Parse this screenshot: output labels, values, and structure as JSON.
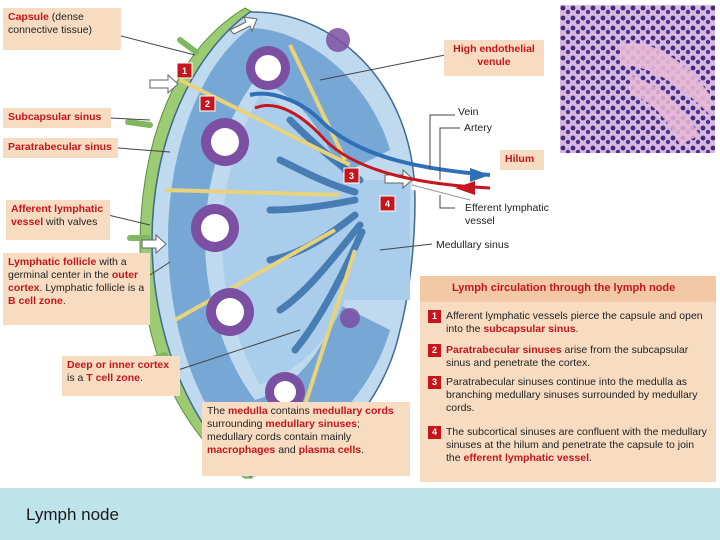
{
  "labels": {
    "capsule_a": "Capsule",
    "capsule_b": " (dense connective tissue)",
    "hev": "High endothelial venule",
    "subcapsular_sinus": "Subcapsular sinus",
    "paratrabecular_sinus": "Paratrabecular sinus",
    "vein": "Vein",
    "artery": "Artery",
    "hilum": "Hilum",
    "afferent_a": "Afferent lymphatic",
    "afferent_b": "vessel",
    "afferent_c": " with valves",
    "efferent": "Efferent lymphatic vessel",
    "medullary_sinus": "Medullary sinus",
    "follicle_a": "Lymphatic follicle",
    "follicle_b": " with a germinal center in the ",
    "follicle_c": "outer cortex",
    "follicle_d": ". Lymphatic follicle is a ",
    "follicle_e": "B cell zone",
    "follicle_f": ".",
    "deep_a": "Deep or inner cortex",
    "deep_b": " is a ",
    "deep_c": "T cell zone",
    "deep_d": ".",
    "medulla_a": "The ",
    "medulla_b": "medulla",
    "medulla_c": " contains ",
    "medulla_d": "medullary cords",
    "medulla_e": " surrounding ",
    "medulla_f": "medullary sinuses",
    "medulla_g": "; medullary cords contain mainly ",
    "medulla_h": "macrophages",
    "medulla_i": " and ",
    "medulla_j": "plasma cells",
    "medulla_k": "."
  },
  "markers": [
    "1",
    "2",
    "3",
    "4"
  ],
  "circulation": {
    "title": "Lymph circulation through the lymph node",
    "steps": [
      {
        "num": "1",
        "a": "Afferent lymphatic vessels pierce the capsule and open into the ",
        "b": "subcapsular sinus",
        "c": "."
      },
      {
        "num": "2",
        "a": "",
        "b": "Paratrabecular sinuses",
        "c": " arise from the subcapsular sinus and penetrate the cortex."
      },
      {
        "num": "3",
        "a": "Paratrabecular sinuses continue into the medulla as branching medullary sinuses surrounded by medullary cords.",
        "b": "",
        "c": ""
      },
      {
        "num": "4",
        "a": "The subcortical sinuses are confluent with the medullary sinuses at the hilum and penetrate the capsule to join the ",
        "b": "efferent lymphatic vessel",
        "c": "."
      }
    ]
  },
  "caption": "Lymph node",
  "colors": {
    "label_bg": "#f7dcc2",
    "accent_red": "#c4161c",
    "caption_bg": "#bfe3ea"
  }
}
